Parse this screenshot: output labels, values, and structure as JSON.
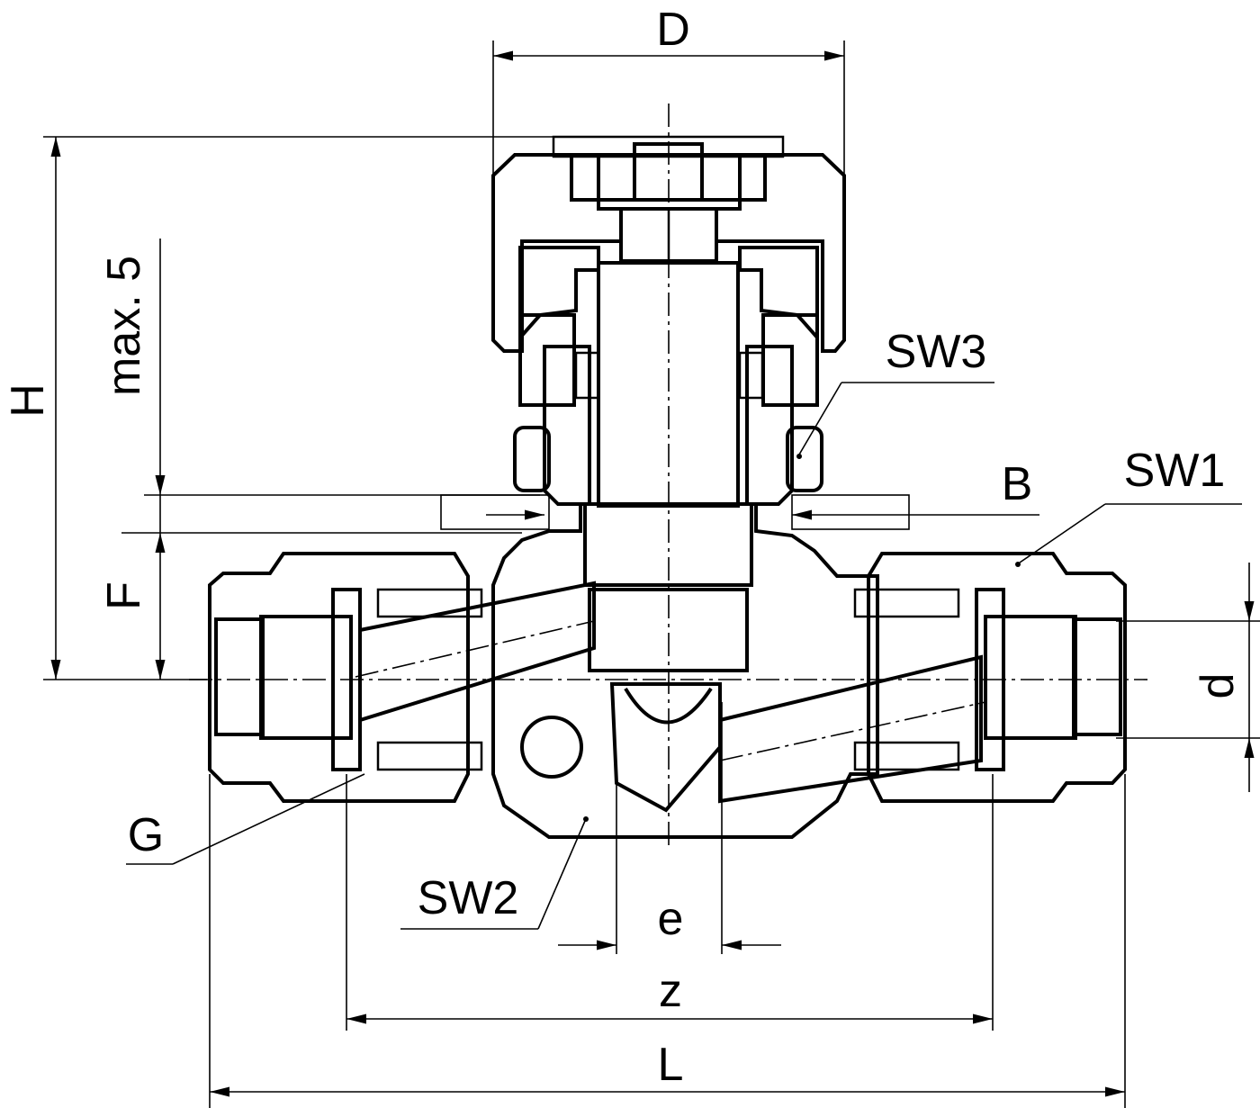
{
  "labels": {
    "D": "D",
    "H": "H",
    "max5": "max. 5",
    "SW3": "SW3",
    "SW1": "SW1",
    "SW2": "SW2",
    "B": "B",
    "F": "F",
    "d": "d",
    "G": "G",
    "e": "e",
    "z": "z",
    "L": "L"
  },
  "colors": {
    "line": "#000000",
    "background": "#ffffff"
  }
}
